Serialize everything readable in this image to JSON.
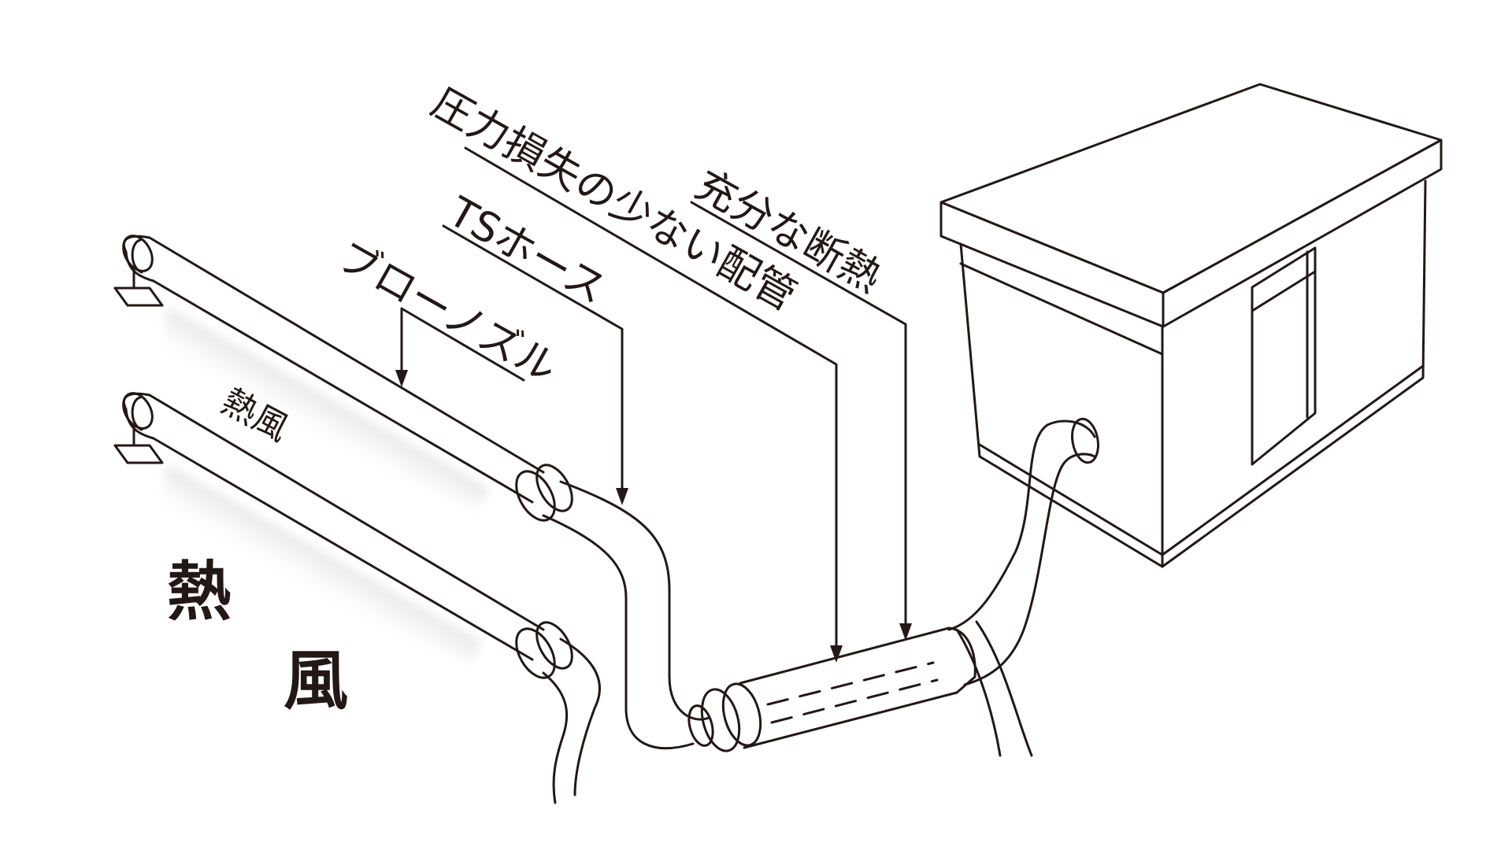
{
  "labels": {
    "pressure_loss_piping": "圧力損失の少ない配管",
    "sufficient_insulation": "充分な断熱",
    "ts_hose": "TSホース",
    "blow_nozzle": "ブローノズル",
    "hot_air_small": "熱風",
    "hot_air_big_1": "熱",
    "hot_air_big_2": "風"
  },
  "colors": {
    "line": "#231815",
    "background": "#ffffff",
    "airflow_shadow": "#c8c8c8"
  }
}
